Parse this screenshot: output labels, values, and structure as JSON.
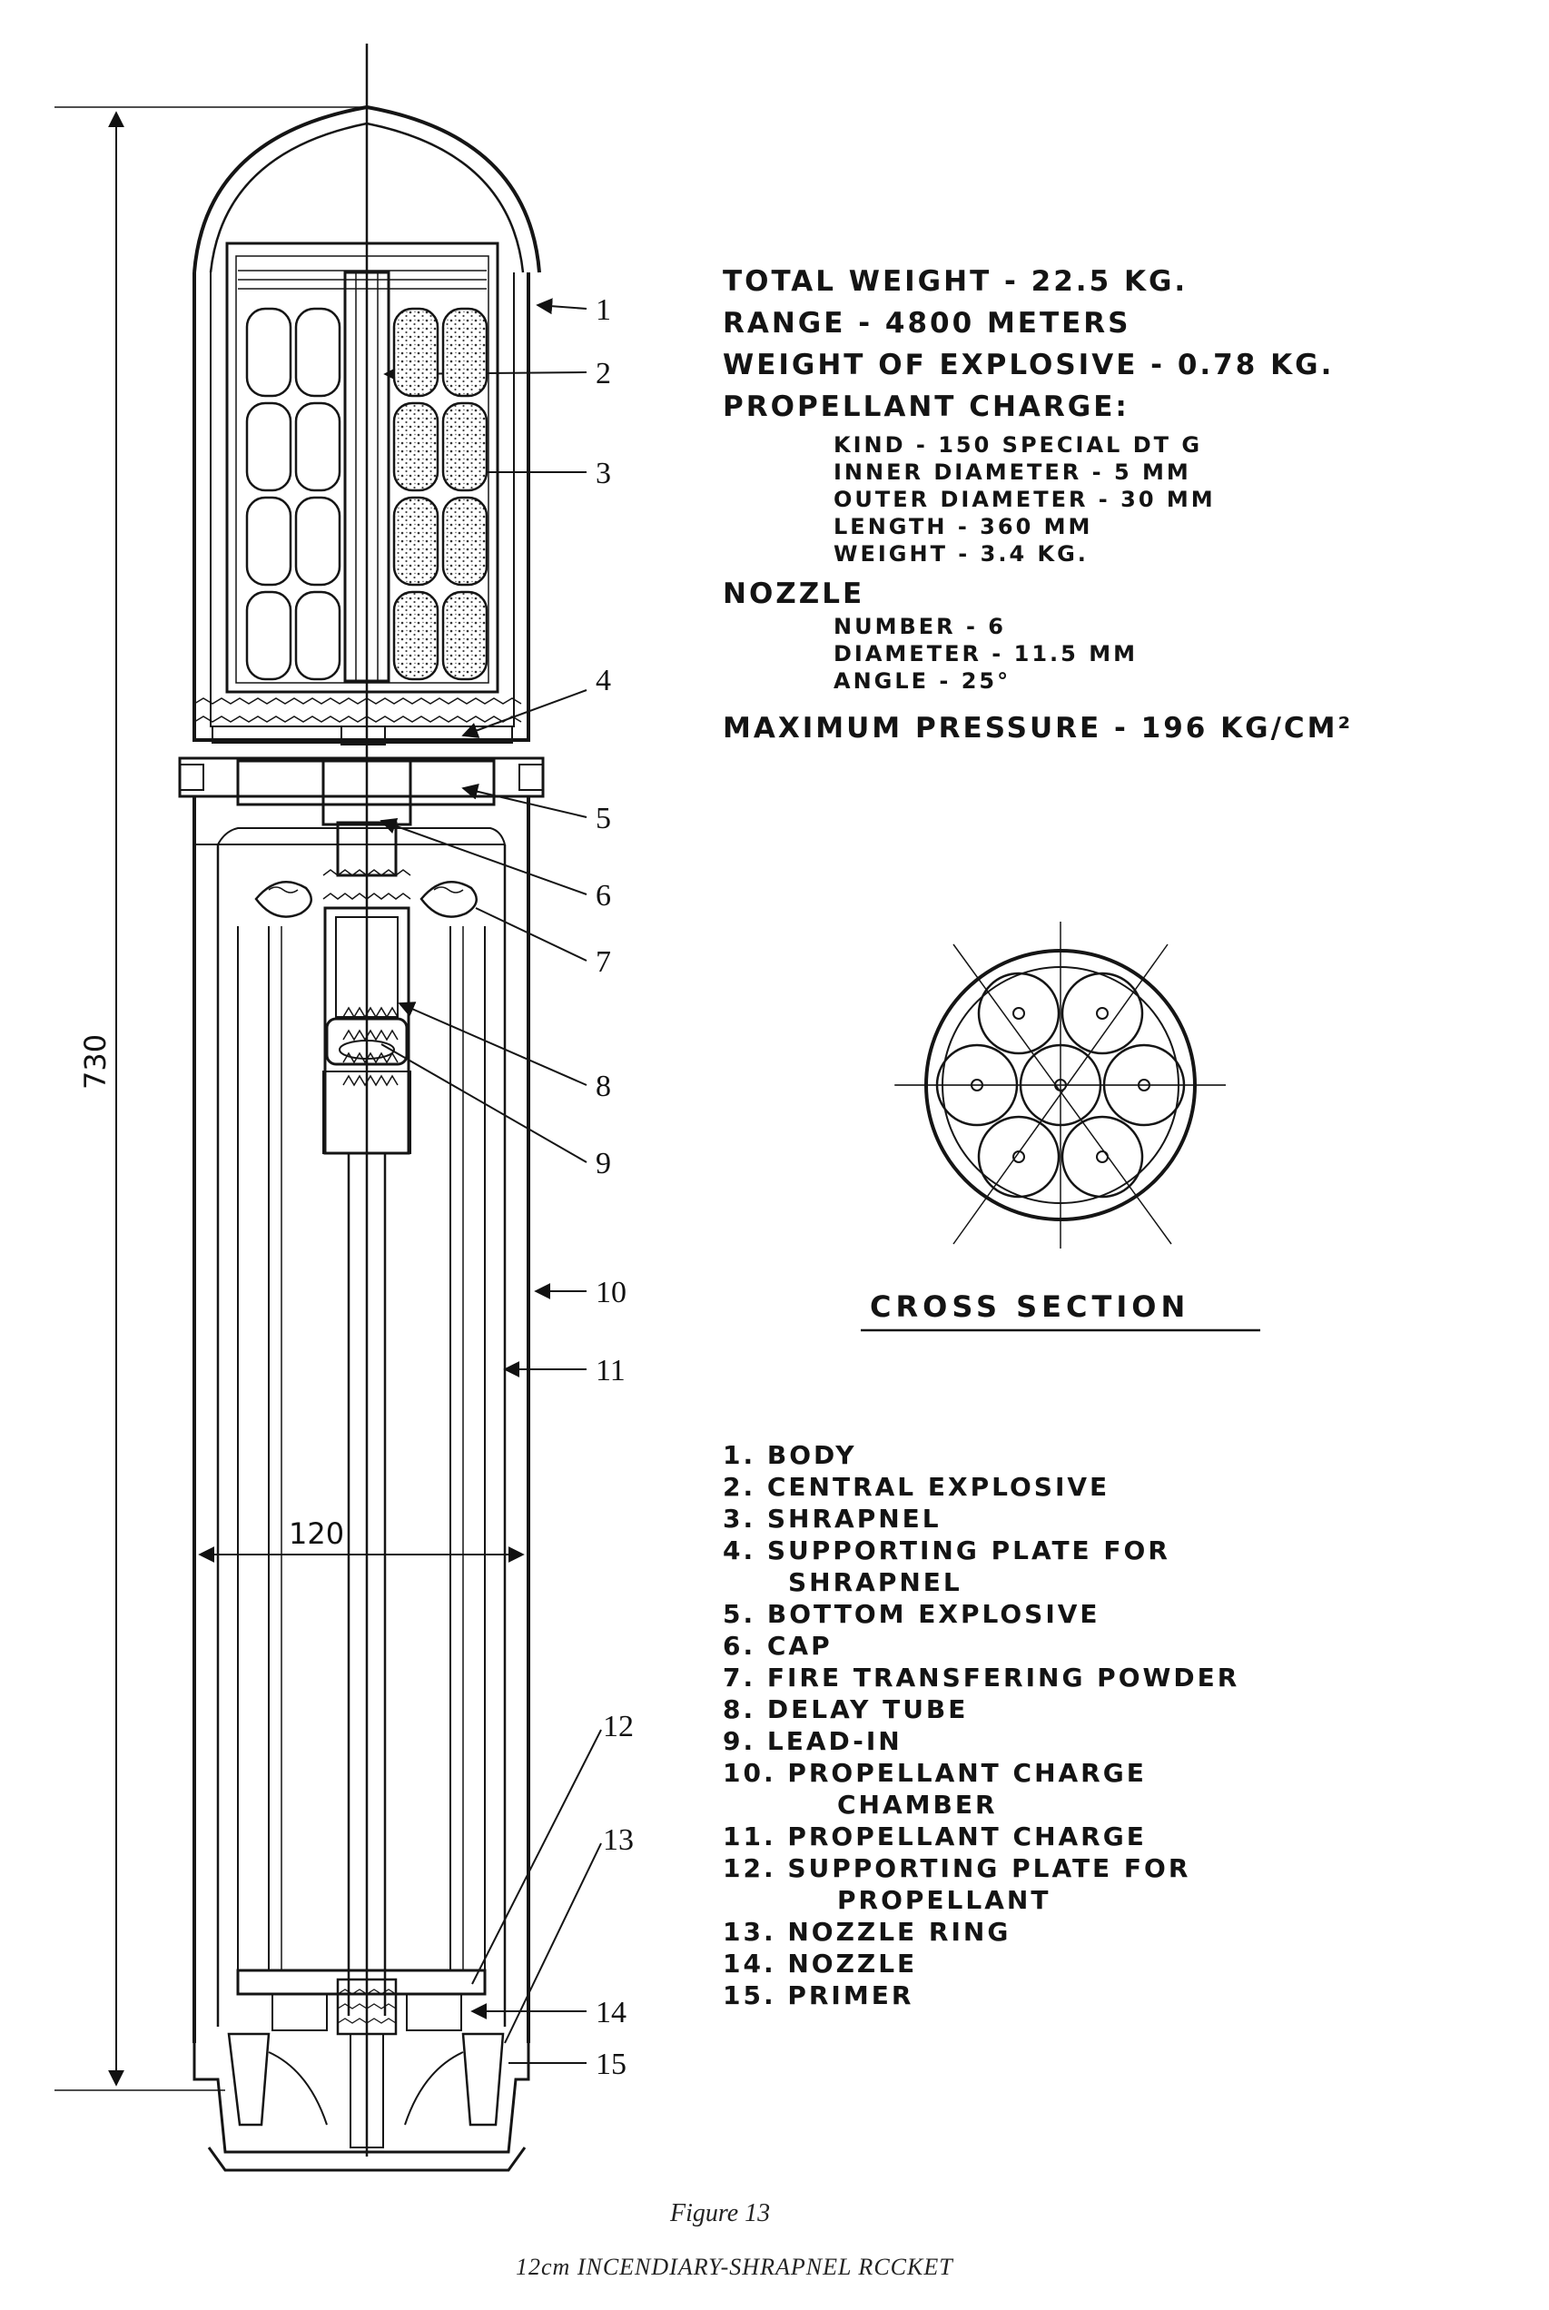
{
  "specs": {
    "total_weight": "TOTAL WEIGHT - 22.5 KG.",
    "range": "RANGE - 4800 METERS",
    "explosive_weight": "WEIGHT OF EXPLOSIVE - 0.78 KG.",
    "propellant_header": "PROPELLANT CHARGE:",
    "kind": "KIND - 150 SPECIAL DT G",
    "inner_diameter": "INNER DIAMETER - 5 MM",
    "outer_diameter": "OUTER DIAMETER - 30 MM",
    "length": "LENGTH - 360 MM",
    "propellant_weight": "WEIGHT - 3.4 KG.",
    "nozzle_header": "NOZZLE",
    "nozzle_number": "NUMBER - 6",
    "nozzle_diameter": "DIAMETER - 11.5 MM",
    "nozzle_angle": "ANGLE - 25°",
    "max_pressure": "MAXIMUM PRESSURE - 196 KG/CM²"
  },
  "cross_section_title": "CROSS SECTION",
  "dimensions": {
    "length": "730",
    "diameter": "120"
  },
  "callouts": [
    "1",
    "2",
    "3",
    "4",
    "5",
    "6",
    "7",
    "8",
    "9",
    "10",
    "11",
    "12",
    "13",
    "14",
    "15"
  ],
  "legend": [
    "1. BODY",
    "2. CENTRAL EXPLOSIVE",
    "3. SHRAPNEL",
    "4. SUPPORTING PLATE FOR",
    "SHRAPNEL",
    "5. BOTTOM EXPLOSIVE",
    "6. CAP",
    "7. FIRE TRANSFERING POWDER",
    "8. DELAY TUBE",
    "9. LEAD-IN",
    "10. PROPELLANT CHARGE",
    "CHAMBER",
    "11. PROPELLANT CHARGE",
    "12. SUPPORTING PLATE FOR",
    "PROPELLANT",
    "13. NOZZLE RING",
    "14. NOZZLE",
    "15. PRIMER"
  ],
  "caption": {
    "figure": "Figure 13",
    "title": "12cm INCENDIARY-SHRAPNEL RCCKET"
  }
}
